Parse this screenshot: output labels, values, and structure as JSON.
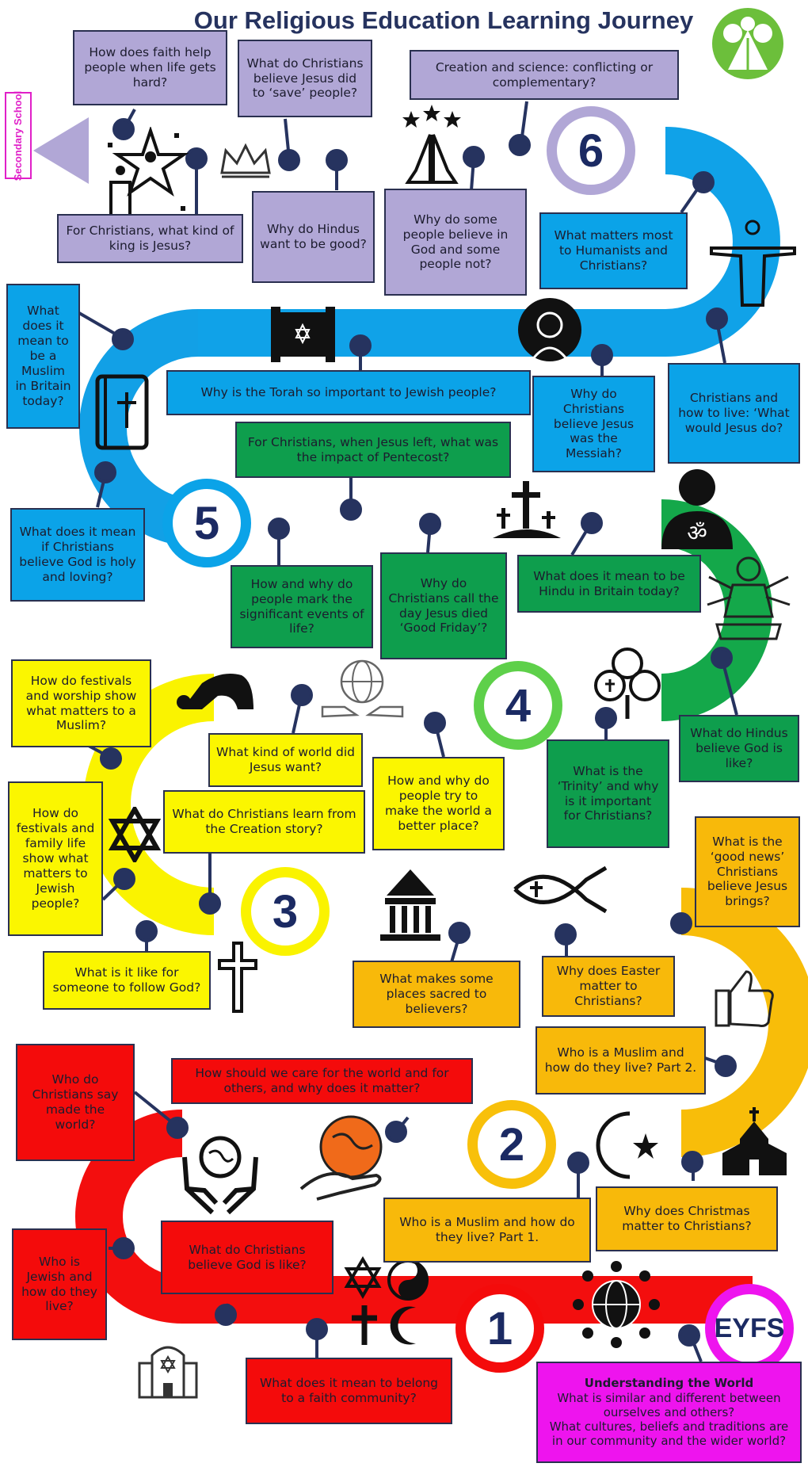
{
  "page": {
    "title": "Our Religious Education Learning Journey",
    "secondary_label": "Secondary School"
  },
  "colors": {
    "lavender": "#b1a7d6",
    "blue": "#0ba3e8",
    "green": "#0e9e4d",
    "yellow": "#fbf600",
    "orange": "#f8b90a",
    "red": "#f40b0b",
    "pink": "#ee14ee",
    "navy": "#1b2a63"
  },
  "stages": {
    "eyfs": "EYFS",
    "s1": "1",
    "s2": "2",
    "s3": "3",
    "s4": "4",
    "s5": "5",
    "s6": "6"
  },
  "eyfs_box": {
    "heading": "Understanding the World",
    "line1": "What is similar and different between ourselves and others?",
    "line2": "What cultures, beliefs and traditions are in our community and the wider world?"
  },
  "questions": {
    "q_faith_help": "How does faith help people when life gets hard?",
    "q_save": "What do Christians believe Jesus did to ‘save’ people?",
    "q_creation_science": "Creation and science: conflicting or complementary?",
    "q_king": "For Christians, what kind of king is Jesus?",
    "q_hindus_good": "Why do Hindus want to be good?",
    "q_believe_god": "Why do some people believe in God and some people not?",
    "q_humanists": "What matters most to Humanists and Christians?",
    "q_muslim_britain": "What does it mean to be a Muslim in Britain today?",
    "q_torah": "Why is the Torah so important to Jewish people?",
    "q_messiah": "Why do Christians believe Jesus was the Messiah?",
    "q_how_to_live": "Christians and how to live: ‘What would Jesus do?",
    "q_pentecost": "For Christians, when Jesus left, what was the impact of Pentecost?",
    "q_holy_loving": "What does it mean if Christians believe God is holy and loving?",
    "q_life_events": "How and why do people mark the significant events of life?",
    "q_good_friday": "Why do Christians call the day Jesus died ‘Good Friday’?",
    "q_hindu_britain": "What does it mean to be Hindu in Britain today?",
    "q_festivals_muslim": "How do festivals and worship show what matters to a Muslim?",
    "q_world_jesus": "What kind of world did Jesus want?",
    "q_better_place": "How and why do people try to make the world a better place?",
    "q_trinity": "What is the ‘Trinity’ and why is it important for Christians?",
    "q_hindus_god": "What do Hindus believe God is like?",
    "q_festivals_jewish": "How do festivals and family life show what matters to Jewish people?",
    "q_creation_story": "What do Christians learn from the Creation story?",
    "q_good_news": "What is the ‘good news’ Christians believe Jesus brings?",
    "q_follow_god": "What is it like for someone to follow God?",
    "q_sacred_places": "What makes some places sacred to believers?",
    "q_easter": "Why does Easter matter to Christians?",
    "q_muslim_part2": "Who is a Muslim and how do they live? Part 2.",
    "q_made_world": "Who do Christians say made the world?",
    "q_care_world": "How should we care for the world and for others, and why does it matter?",
    "q_muslim_part1": "Who is a Muslim and how do they live? Part 1.",
    "q_christmas": "Why does Christmas matter to Christians?",
    "q_jewish_live": "Who is Jewish and how do they live?",
    "q_god_like": "What do Christians believe God is like?",
    "q_faith_community": "What does it mean to belong to a faith community?"
  },
  "icons": [
    "tree-logo-icon",
    "person-star-icon",
    "crown-icon",
    "praying-hands-icon",
    "christ-statue-icon",
    "torah-scroll-icon",
    "jesus-portrait-icon",
    "bible-icon",
    "crosses-hill-icon",
    "om-person-icon",
    "hindu-deity-icon",
    "prostrating-person-icon",
    "world-hands-icon",
    "trinity-shamrock-icon",
    "star-of-david-icon",
    "ichthys-fish-icon",
    "temple-icon",
    "cross-icon",
    "thumbs-up-icon",
    "church-icon",
    "crescent-star-icon",
    "earth-in-hand-icon",
    "hands-globe-icon",
    "faith-symbols-icon",
    "people-globe-icon",
    "synagogue-icon"
  ]
}
